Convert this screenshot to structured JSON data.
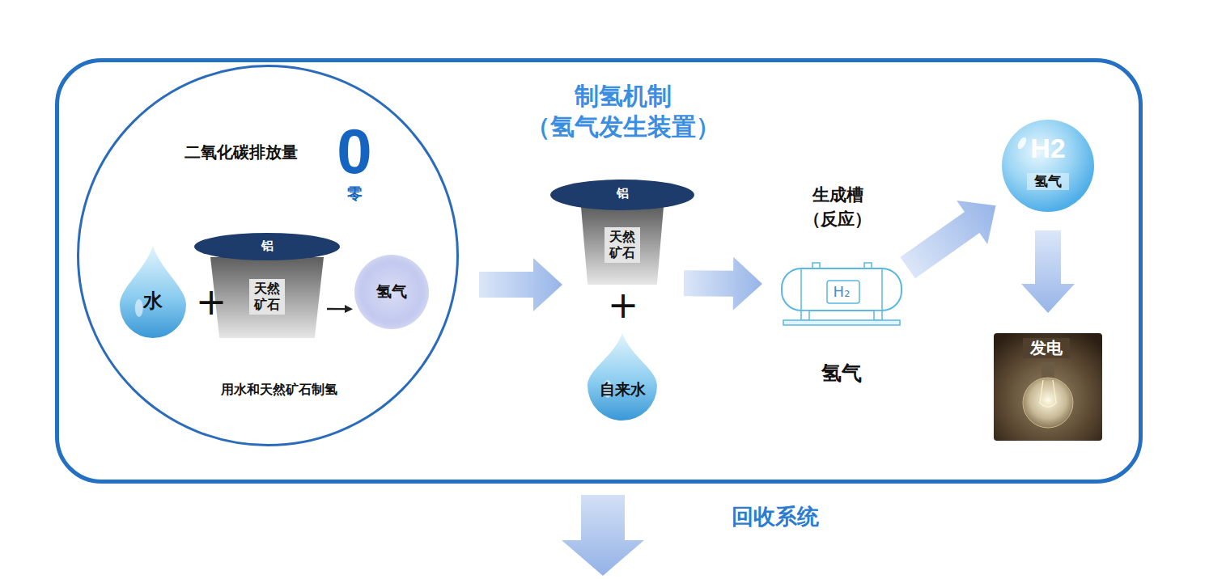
{
  "diagram": {
    "nodes": [
      {
        "text": [
          "制氢机制 （氢气发生装置）"
        ]
      },
      {
        "text": [
          "二氧化碳排放量",
          "0",
          "零",
          "用水和天然矿石制氢"
        ],
        "in": 0
      },
      {
        "text": [
          "水"
        ],
        "in": 1
      },
      {
        "text": [
          "铝"
        ],
        "in": 1
      },
      {
        "text": [
          "天然 矿石"
        ],
        "in": 1
      },
      {
        "text": [
          "氢气"
        ],
        "in": 1
      },
      {
        "text": [
          "铝"
        ],
        "in": 0
      },
      {
        "text": [
          "天然 矿石"
        ],
        "in": 0
      },
      {
        "text": [
          "自来水"
        ],
        "in": 0
      },
      {
        "text": [
          "生成槽 （反应）",
          "H₂",
          "氢气"
        ],
        "in": 0
      },
      {
        "text": [
          "H2",
          "氢气"
        ],
        "in": 0
      },
      {
        "text": [
          "发电"
        ],
        "in": 0
      }
    ],
    "edges": [
      {
        "from": 4,
        "to": 5,
        "arrow": "to"
      },
      {
        "from": 1,
        "to": 7,
        "arrow": "to"
      },
      {
        "from": 7,
        "to": 9,
        "arrow": "to"
      },
      {
        "from": 9,
        "to": 10,
        "arrow": "to"
      },
      {
        "from": 10,
        "to": 11,
        "arrow": "to"
      }
    ],
    "labels": [
      "+",
      "+",
      "回收系统"
    ]
  }
}
